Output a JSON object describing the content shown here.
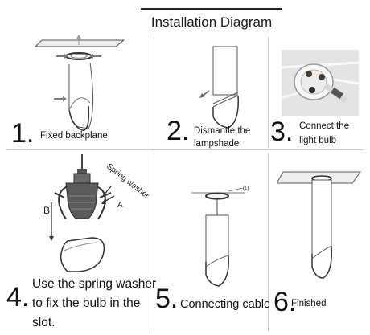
{
  "header": {
    "title": "Installation Diagram"
  },
  "steps": [
    {
      "number": "1.",
      "caption": "Fixed backplane"
    },
    {
      "number": "2.",
      "caption_lines": [
        "Dismantle the",
        "lampshade"
      ]
    },
    {
      "number": "3.",
      "caption_lines": [
        "Connect the",
        "light bulb"
      ]
    },
    {
      "number": "4.",
      "caption_lines": [
        "Use the spring washer",
        "to fix the bulb in the",
        "slot."
      ]
    },
    {
      "number": "5.",
      "caption": "Connecting cable"
    },
    {
      "number": "6.",
      "caption": "Finished"
    }
  ],
  "labels": {
    "spring_washer": "Spring washer",
    "arrow_a": "A",
    "arrow_b": "B",
    "detail_1": "(1)"
  }
}
